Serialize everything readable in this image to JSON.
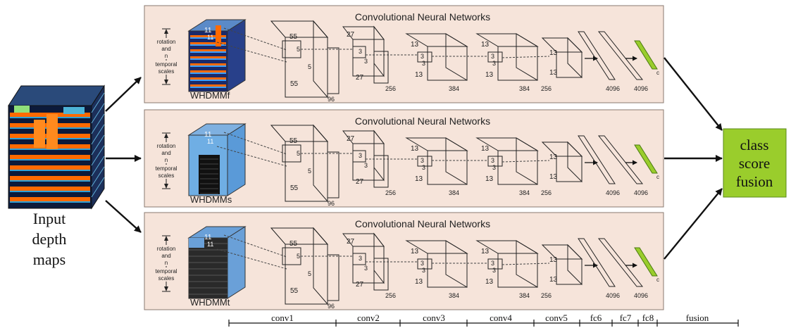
{
  "input": {
    "label_lines": [
      "Input",
      "depth",
      "maps"
    ]
  },
  "fusion_box": {
    "label_lines": [
      "class",
      "score",
      "fusion"
    ],
    "fill": "#9acd2c"
  },
  "panel_fill": "#f6e4da",
  "panels": [
    {
      "title": "Convolutional Neural Networks",
      "map_name": "WHDMMf",
      "style": "color"
    },
    {
      "title": "Convolutional Neural Networks",
      "map_name": "WHDMMs",
      "style": "blue"
    },
    {
      "title": "Convolutional Neural Networks",
      "map_name": "WHDMMt",
      "style": "dark"
    }
  ],
  "rotation_label": [
    "rotation",
    "and",
    "n",
    "temporal",
    "scales"
  ],
  "cube_front_labels": [
    "11",
    "11"
  ],
  "conv_layers": [
    {
      "name": "conv1",
      "size": "55",
      "size2": "55",
      "kernel": [
        "5",
        "5"
      ],
      "depth": "96"
    },
    {
      "name": "conv2",
      "size": "27",
      "size2": "27",
      "kernel": [
        "3",
        "3"
      ],
      "depth": "256"
    },
    {
      "name": "conv3",
      "size": "13",
      "size2": "13",
      "kernel": [
        "3",
        "3"
      ],
      "depth": "384"
    },
    {
      "name": "conv4",
      "size": "13",
      "size2": "13",
      "kernel": [
        "3",
        "3"
      ],
      "depth": "384"
    },
    {
      "name": "conv5",
      "size": "13",
      "size2": "13",
      "kernel": [],
      "depth": "256"
    }
  ],
  "fc_labels": [
    "4096",
    "4096"
  ],
  "output_label": "c",
  "axis_labels": [
    "conv1",
    "conv2",
    "conv3",
    "conv4",
    "conv5",
    "fc6",
    "fc7",
    "fc8",
    "fusion"
  ]
}
